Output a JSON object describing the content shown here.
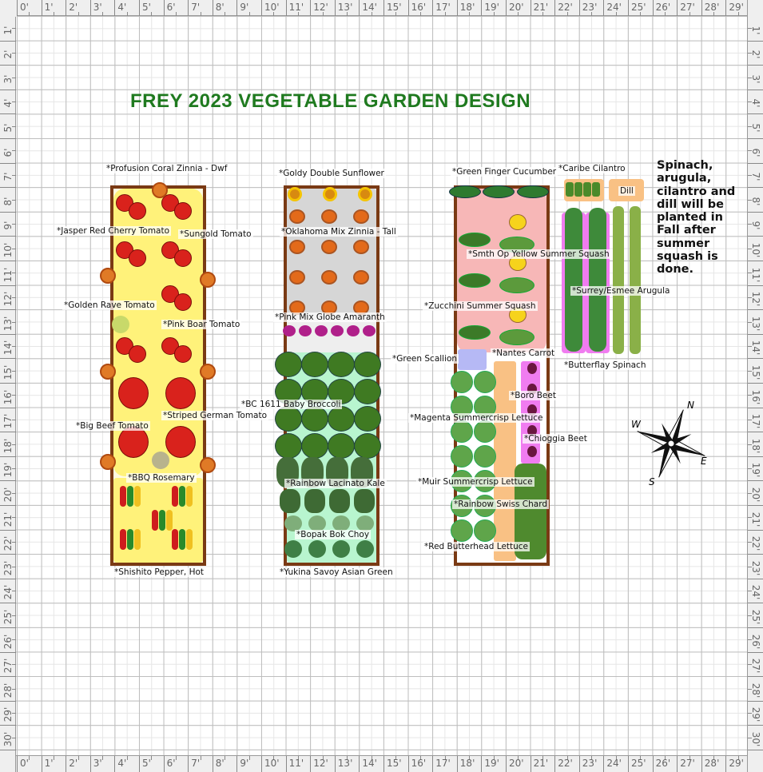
{
  "title": "FREY 2023 VEGETABLE GARDEN DESIGN",
  "rulers": {
    "horizontal": [
      "0'",
      "1'",
      "2'",
      "3'",
      "4'",
      "5'",
      "6'",
      "7'",
      "8'",
      "9'",
      "10'",
      "11'",
      "12'",
      "13'",
      "14'",
      "15'",
      "16'",
      "17'",
      "18'",
      "19'",
      "20'",
      "21'",
      "22'",
      "23'",
      "24'",
      "25'",
      "26'",
      "27'",
      "28'",
      "29'"
    ],
    "vertical": [
      "1'",
      "2'",
      "3'",
      "4'",
      "5'",
      "6'",
      "7'",
      "8'",
      "9'",
      "10'",
      "11'",
      "12'",
      "13'",
      "14'",
      "15'",
      "16'",
      "17'",
      "18'",
      "19'",
      "20'",
      "21'",
      "22'",
      "23'",
      "24'",
      "25'",
      "26'",
      "27'",
      "28'",
      "29'",
      "30'"
    ]
  },
  "bed1": {
    "labels": [
      "*Profusion Coral Zinnia - Dwf",
      "*Jasper Red Cherry Tomato",
      "*Sungold Tomato",
      "*Golden Rave Tomato",
      "*Pink Boar Tomato",
      "*Big Beef Tomato",
      "*Striped German Tomato",
      "*BBQ Rosemary",
      "*Shishito Pepper, Hot"
    ]
  },
  "bed2": {
    "labels": [
      "*Goldy Double Sunflower",
      "*Oklahoma Mix Zinnia - Tall",
      "*Pink Mix Globe Amaranth",
      "*BC 1611 Baby Broccoli",
      "*Rainbow Lacinato Kale",
      "*Bopak Bok Choy",
      "*Yukina Savoy Asian Green"
    ]
  },
  "bed3": {
    "labels": [
      "*Green Finger Cucumber",
      "*Smth Op Yellow Summer Squash",
      "*Zucchini Summer Squash",
      "*Green Scallion",
      "*Nantes Carrot",
      "*Boro Beet",
      "*Magenta Summercrisp Lettuce",
      "*Chioggia Beet",
      "*Muir Summercrisp Lettuce",
      "*Rainbow Swiss Chard",
      "*Red Butterhead Lettuce"
    ]
  },
  "herbs": {
    "labels": [
      "*Caribe Cilantro",
      "Dill",
      "*Surrey/Esmee Arugula",
      "*Butterflay Spinach"
    ]
  },
  "note": "Spinach, arugula, cilantro and dill will be planted in Fall after summer squash is done.",
  "compass": {
    "n": "N",
    "e": "E",
    "s": "S",
    "w": "W"
  },
  "colors": {
    "title": "#1f7a1f",
    "bed_border": "#7a3a14",
    "tomato_zone": "#fff27a",
    "cucurbit_zone": "#f7b7b7",
    "brassica_zone": "#b8f5cf",
    "flower_zone": "#d6d6d6",
    "spinach_zone": "#f07cf0",
    "herb_zone": "#f9c184"
  }
}
